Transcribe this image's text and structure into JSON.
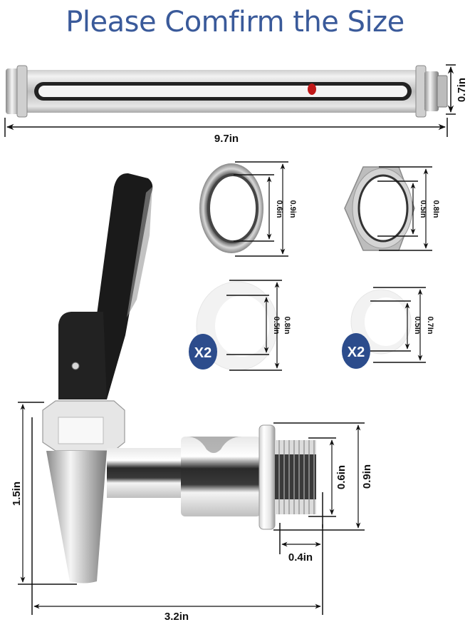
{
  "title": "Please Comfirm the Size",
  "colors": {
    "title": "#3a5a9a",
    "badge": "#2c4c8c",
    "indicator": "#c01818",
    "dimension_line": "#111111",
    "lever": "#1a1a1a"
  },
  "sight_glass": {
    "length_label": "9.7in",
    "diameter_label": "0.7in"
  },
  "metal_washer": {
    "inner_label": "0.6in",
    "outer_label": "0.9in"
  },
  "hex_nut": {
    "inner_label": "0.5In",
    "outer_label": "0.8In"
  },
  "large_silicone_gasket": {
    "inner_label": "0.5In",
    "outer_label": "0.8In",
    "quantity_badge": "X2"
  },
  "small_silicone_gasket": {
    "inner_label": "0.5In",
    "outer_label": "0.7In",
    "quantity_badge": "X2"
  },
  "spigot": {
    "height_label": "1.5in",
    "length_label": "3.2in",
    "thread_length_label": "0.4in",
    "thread_diameter_label": "0.6in",
    "flange_diameter_label": "0.9in"
  }
}
